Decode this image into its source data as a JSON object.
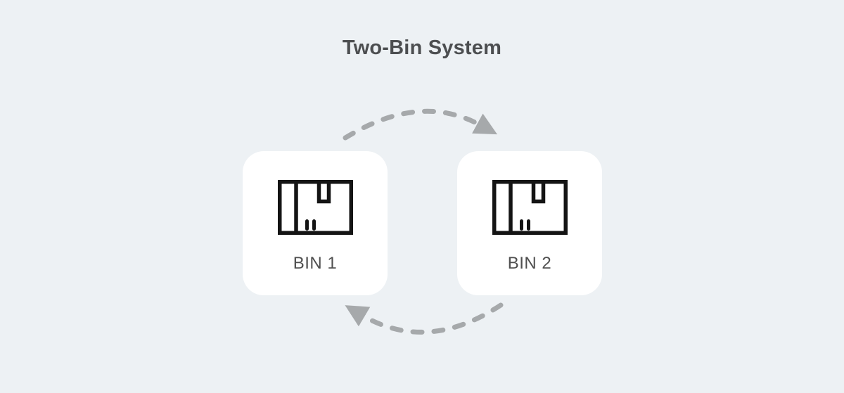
{
  "title": "Two-Bin System",
  "bins": [
    {
      "label": "BIN 1",
      "icon": "box-icon"
    },
    {
      "label": "BIN 2",
      "icon": "box-icon"
    }
  ],
  "arrows": [
    {
      "name": "curved-arrow-top",
      "from": "BIN 1",
      "to": "BIN 2",
      "style": "dashed"
    },
    {
      "name": "curved-arrow-bottom",
      "from": "BIN 2",
      "to": "BIN 1",
      "style": "dashed"
    }
  ],
  "colors": {
    "background": "#edf1f4",
    "card_background": "#ffffff",
    "title_text": "#4c4e50",
    "label_text": "#4f4f4f",
    "icon_stroke": "#141414",
    "arrow": "#a6a9ab"
  }
}
